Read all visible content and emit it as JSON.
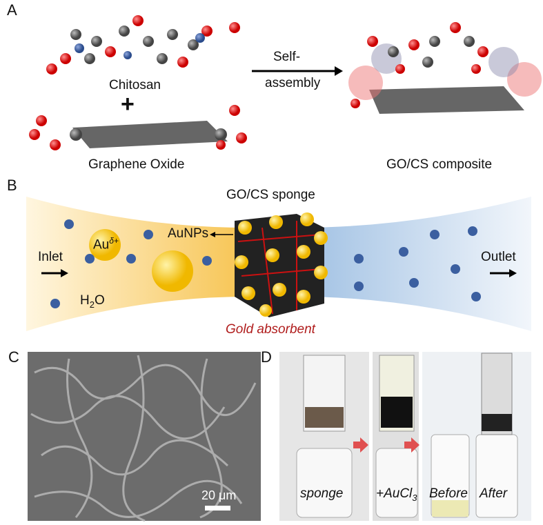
{
  "panels": {
    "a": "A",
    "b": "B",
    "c": "C",
    "d": "D"
  },
  "panel_a": {
    "chitosan": "Chitosan",
    "plus": "+",
    "graphene_oxide": "Graphene Oxide",
    "arrow_label_1": "Self-",
    "arrow_label_2": "assembly",
    "composite": "GO/CS composite"
  },
  "panel_b": {
    "sponge_title": "GO/CS sponge",
    "aunps": "AuNPs",
    "au_base": "Au",
    "au_sup": "δ+",
    "inlet": "Inlet",
    "h2o_h": "H",
    "h2o_sub": "2",
    "h2o_o": "O",
    "outlet": "Outlet",
    "gold_absorbent": "Gold absorbent"
  },
  "panel_c": {
    "scale_bar": "20 μm"
  },
  "panel_d": {
    "sponge": "sponge",
    "aucl3_base": "+AuCl",
    "aucl3_sub": "3",
    "before": "Before",
    "after": "After"
  },
  "colors": {
    "gold": "#f4c430",
    "red_label": "#b01c1c",
    "water_blue": "#3b5fa0"
  }
}
